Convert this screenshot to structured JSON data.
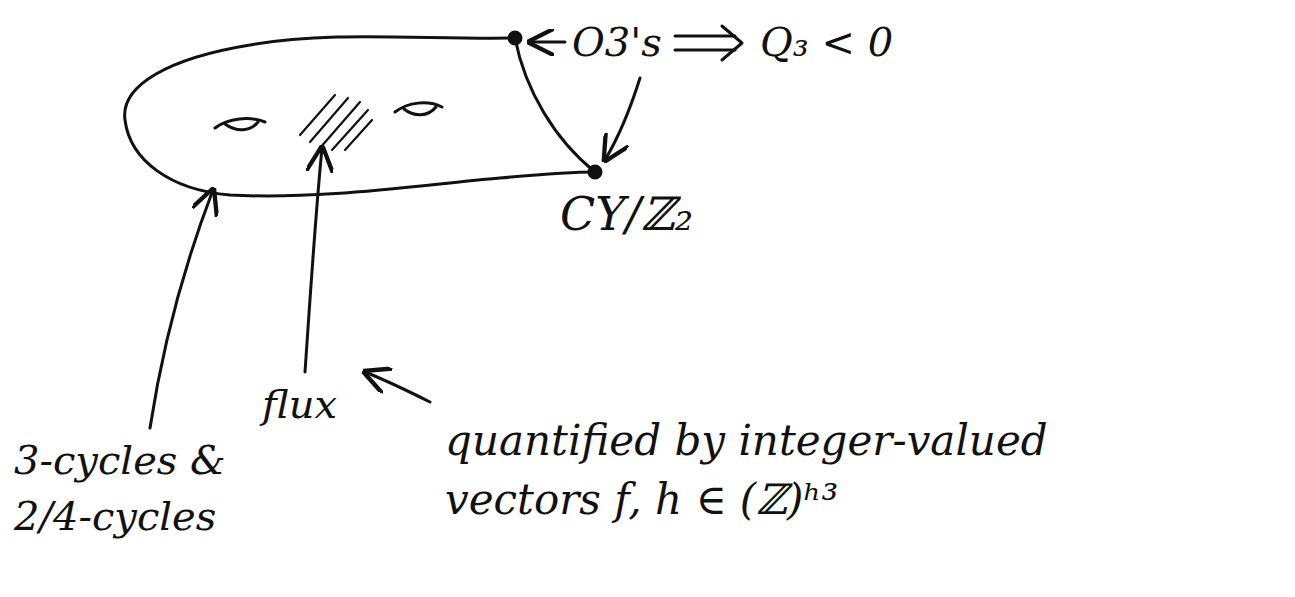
{
  "diagram": {
    "labels": [
      "O3's",
      "Q₃ < 0",
      "CY/ℤ₂",
      "3-cycles & 2/4-cycles",
      "flux",
      "quantified by integer-valued vectors f, h ∈ (ℤ)ʰ³"
    ]
  }
}
